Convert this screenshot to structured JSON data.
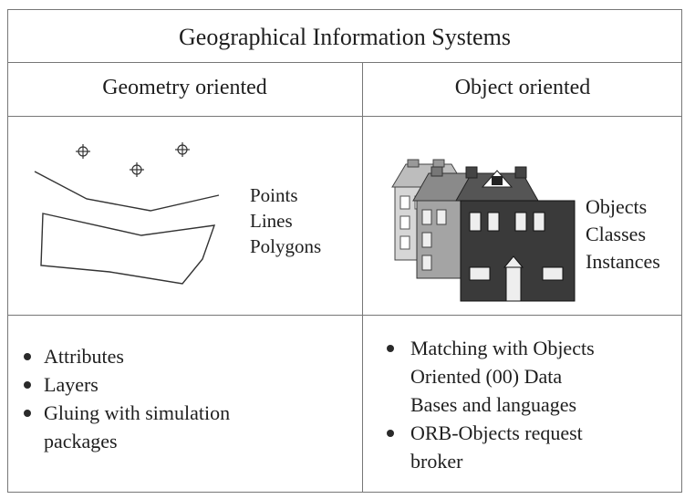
{
  "title": "Geographical Information Systems",
  "columns": {
    "left_header": "Geometry oriented",
    "right_header": "Object oriented"
  },
  "geometry_labels": [
    "Points",
    "Lines",
    "Polygons"
  ],
  "object_labels": [
    "Objects",
    "Classes",
    "Instances"
  ],
  "left_bullets": [
    "Attributes",
    "Layers",
    "Gluing with simulation",
    "packages"
  ],
  "right_bullets": [
    "Matching with Objects",
    "Oriented (00) Data",
    "Bases and languages",
    "ORB-Objects request",
    "broker"
  ],
  "icons": {
    "points": "crosshair-point-icon",
    "houses": "house-icon"
  }
}
